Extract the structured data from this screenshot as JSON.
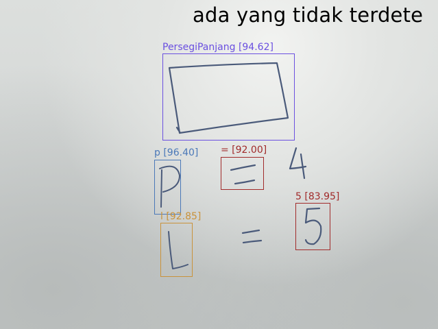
{
  "banner": {
    "text": "ada yang tidak terdete"
  },
  "detections": [
    {
      "key": "rect",
      "label": "PersegiPanjang [94.62]",
      "color": "#6a4fe0"
    },
    {
      "key": "p",
      "label": "p [96.40]",
      "color": "#4a78b8"
    },
    {
      "key": "eq",
      "label": "= [92.00]",
      "color": "#a12a2a"
    },
    {
      "key": "five",
      "label": "5 [83.95]",
      "color": "#a12a2a"
    },
    {
      "key": "l",
      "label": "l [92.85]",
      "color": "#c9923a"
    }
  ],
  "colors": {
    "ink": "#4a5a7a",
    "banner_text": "#000000"
  }
}
